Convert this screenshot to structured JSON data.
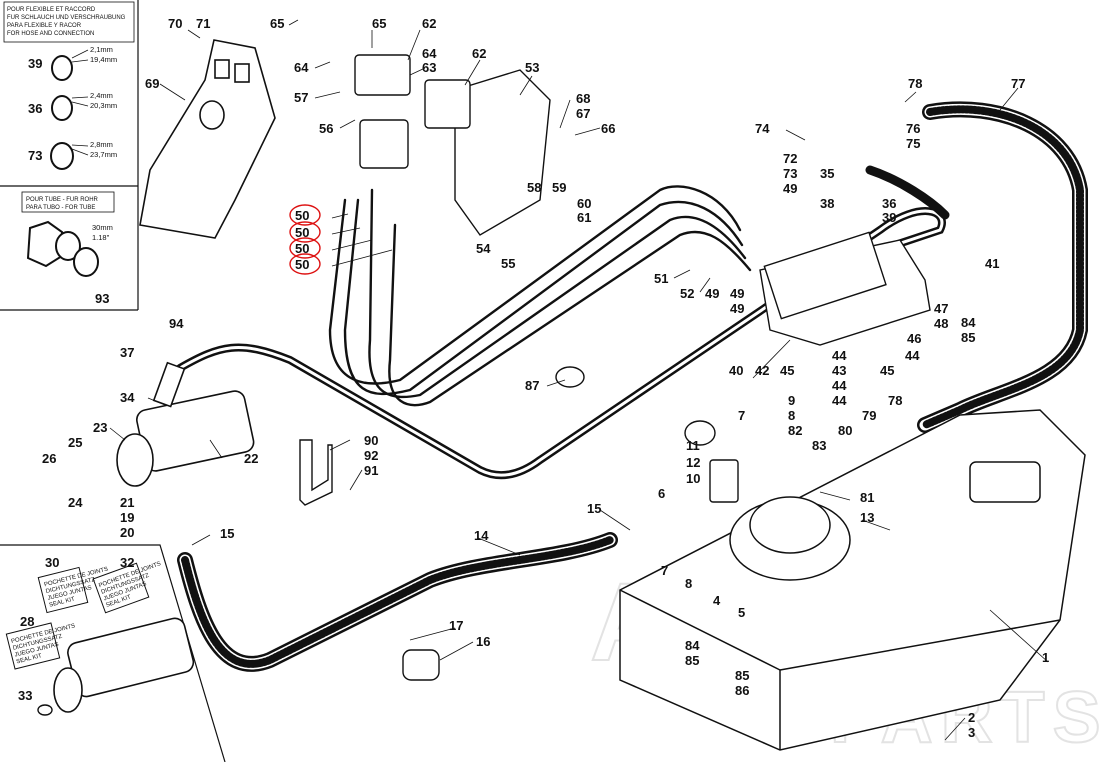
{
  "legend_hose": {
    "lines": [
      "POUR FLEXIBLE ET RACCORD",
      "FUR SCHLAUCH UND VERSCHRAUBUNG",
      "PARA FLEXIBLE Y RACOR",
      "FOR HOSE AND CONNECTION"
    ],
    "clamps": [
      {
        "num": "39",
        "dim1": "2,1mm",
        "dim2": "19,4mm"
      },
      {
        "num": "36",
        "dim1": "2,4mm",
        "dim2": "20,3mm"
      },
      {
        "num": "73",
        "dim1": "2,8mm",
        "dim2": "23,7mm"
      }
    ]
  },
  "legend_tube": {
    "lines": [
      "POUR TUBE - FUR ROHR",
      "PARA TUBO - FOR TUBE"
    ],
    "dim1": "30mm",
    "dim2": "1.18\"",
    "num": "93"
  },
  "seal_kits": {
    "lines": [
      "POCHETTE DE JOINTS",
      "DICHTUNGSSATZ",
      "JUEGO JUNTAS",
      "SEAL KIT"
    ],
    "nums": [
      "30",
      "32",
      "28"
    ]
  },
  "callouts": [
    {
      "id": "70",
      "t": "70"
    },
    {
      "id": "71",
      "t": "71"
    },
    {
      "id": "69",
      "t": "69"
    },
    {
      "id": "65a",
      "t": "65"
    },
    {
      "id": "65b",
      "t": "65"
    },
    {
      "id": "62a",
      "t": "62"
    },
    {
      "id": "64a",
      "t": "64"
    },
    {
      "id": "63",
      "t": "63"
    },
    {
      "id": "64b",
      "t": "64"
    },
    {
      "id": "62b",
      "t": "62"
    },
    {
      "id": "53",
      "t": "53"
    },
    {
      "id": "57",
      "t": "57"
    },
    {
      "id": "56",
      "t": "56"
    },
    {
      "id": "68",
      "t": "68"
    },
    {
      "id": "67",
      "t": "67"
    },
    {
      "id": "66",
      "t": "66"
    },
    {
      "id": "78a",
      "t": "78"
    },
    {
      "id": "77",
      "t": "77"
    },
    {
      "id": "76",
      "t": "76"
    },
    {
      "id": "75",
      "t": "75"
    },
    {
      "id": "74",
      "t": "74"
    },
    {
      "id": "72",
      "t": "72"
    },
    {
      "id": "73b",
      "t": "73"
    },
    {
      "id": "49a",
      "t": "49"
    },
    {
      "id": "35",
      "t": "35"
    },
    {
      "id": "36b",
      "t": "36"
    },
    {
      "id": "38",
      "t": "38"
    },
    {
      "id": "39b",
      "t": "39"
    },
    {
      "id": "58",
      "t": "58"
    },
    {
      "id": "59",
      "t": "59"
    },
    {
      "id": "60",
      "t": "60"
    },
    {
      "id": "61",
      "t": "61"
    },
    {
      "id": "54",
      "t": "54"
    },
    {
      "id": "55",
      "t": "55"
    },
    {
      "id": "41",
      "t": "41"
    },
    {
      "id": "51",
      "t": "51"
    },
    {
      "id": "52",
      "t": "52"
    },
    {
      "id": "49b",
      "t": "49"
    },
    {
      "id": "49c",
      "t": "49"
    },
    {
      "id": "49d",
      "t": "49"
    },
    {
      "id": "47",
      "t": "47"
    },
    {
      "id": "48",
      "t": "48"
    },
    {
      "id": "46",
      "t": "46"
    },
    {
      "id": "84a",
      "t": "84"
    },
    {
      "id": "85a",
      "t": "85"
    },
    {
      "id": "44a",
      "t": "44"
    },
    {
      "id": "44b",
      "t": "44"
    },
    {
      "id": "45a",
      "t": "45"
    },
    {
      "id": "40",
      "t": "40"
    },
    {
      "id": "42",
      "t": "42"
    },
    {
      "id": "45b",
      "t": "45"
    },
    {
      "id": "43",
      "t": "43"
    },
    {
      "id": "44c",
      "t": "44"
    },
    {
      "id": "44d",
      "t": "44"
    },
    {
      "id": "94",
      "t": "94"
    },
    {
      "id": "37",
      "t": "37"
    },
    {
      "id": "87",
      "t": "87"
    },
    {
      "id": "34",
      "t": "34"
    },
    {
      "id": "23",
      "t": "23"
    },
    {
      "id": "22",
      "t": "22"
    },
    {
      "id": "25",
      "t": "25"
    },
    {
      "id": "26",
      "t": "26"
    },
    {
      "id": "24",
      "t": "24"
    },
    {
      "id": "21",
      "t": "21"
    },
    {
      "id": "19",
      "t": "19"
    },
    {
      "id": "20",
      "t": "20"
    },
    {
      "id": "15a",
      "t": "15"
    },
    {
      "id": "90",
      "t": "90"
    },
    {
      "id": "92",
      "t": "92"
    },
    {
      "id": "91",
      "t": "91"
    },
    {
      "id": "7a",
      "t": "7"
    },
    {
      "id": "9",
      "t": "9"
    },
    {
      "id": "8a",
      "t": "8"
    },
    {
      "id": "82",
      "t": "82"
    },
    {
      "id": "83",
      "t": "83"
    },
    {
      "id": "79",
      "t": "79"
    },
    {
      "id": "78b",
      "t": "78"
    },
    {
      "id": "80",
      "t": "80"
    },
    {
      "id": "11",
      "t": "11"
    },
    {
      "id": "12",
      "t": "12"
    },
    {
      "id": "10",
      "t": "10"
    },
    {
      "id": "6",
      "t": "6"
    },
    {
      "id": "81",
      "t": "81"
    },
    {
      "id": "13",
      "t": "13"
    },
    {
      "id": "15b",
      "t": "15"
    },
    {
      "id": "14",
      "t": "14"
    },
    {
      "id": "7b",
      "t": "7"
    },
    {
      "id": "8b",
      "t": "8"
    },
    {
      "id": "4",
      "t": "4"
    },
    {
      "id": "5",
      "t": "5"
    },
    {
      "id": "17",
      "t": "17"
    },
    {
      "id": "16",
      "t": "16"
    },
    {
      "id": "84b",
      "t": "84"
    },
    {
      "id": "85b",
      "t": "85"
    },
    {
      "id": "85c",
      "t": "85"
    },
    {
      "id": "86",
      "t": "86"
    },
    {
      "id": "1",
      "t": "1"
    },
    {
      "id": "2",
      "t": "2"
    },
    {
      "id": "3",
      "t": "3"
    },
    {
      "id": "33",
      "t": "33"
    },
    {
      "id": "50a",
      "t": "50"
    },
    {
      "id": "50b",
      "t": "50"
    },
    {
      "id": "50c",
      "t": "50"
    },
    {
      "id": "50d",
      "t": "50"
    }
  ],
  "watermark": "AGRO PARTS"
}
